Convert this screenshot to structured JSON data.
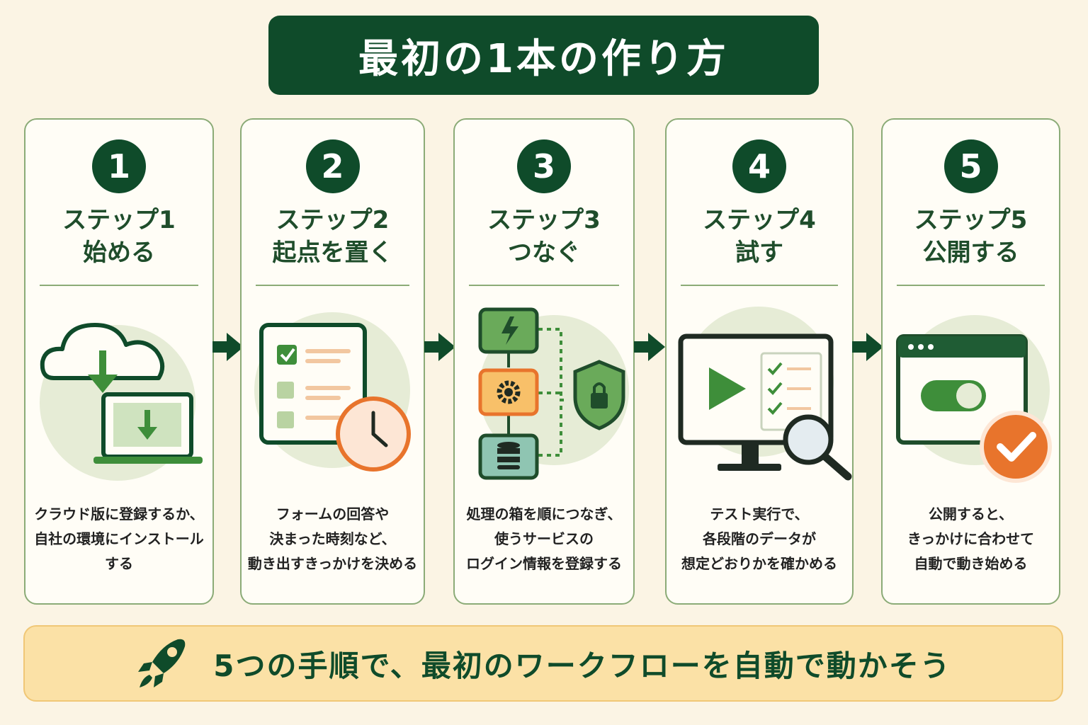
{
  "title": "最初の1本の作り方",
  "steps": [
    {
      "number": "1",
      "label": "ステップ1",
      "title": "始める",
      "icon": "cloud-download-laptop-icon",
      "desc": [
        "クラウド版に登録するか、",
        "自社の環境にインストールする"
      ]
    },
    {
      "number": "2",
      "label": "ステップ2",
      "title": "起点を置く",
      "icon": "checklist-clock-icon",
      "desc": [
        "フォームの回答や",
        "決まった時刻など、",
        "動き出すきっかけを決める"
      ]
    },
    {
      "number": "3",
      "label": "ステップ3",
      "title": "つなぐ",
      "icon": "connected-nodes-shield-icon",
      "desc": [
        "処理の箱を順につなぎ、",
        "使うサービスの",
        "ログイン情報を登録する"
      ]
    },
    {
      "number": "4",
      "label": "ステップ4",
      "title": "試す",
      "icon": "monitor-play-magnifier-icon",
      "desc": [
        "テスト実行で、",
        "各段階のデータが",
        "想定どおりかを確かめる"
      ]
    },
    {
      "number": "5",
      "label": "ステップ5",
      "title": "公開する",
      "icon": "browser-toggle-check-icon",
      "desc": [
        "公開すると、",
        "きっかけに合わせて",
        "自動で動き始める"
      ]
    }
  ],
  "footer": {
    "text": "5つの手順で、最初のワークフローを自動で動かそう",
    "icon": "rocket-icon"
  },
  "colors": {
    "dark_green": "#0f4b2a",
    "mid_green": "#3e8e3a",
    "orange": "#e8742c",
    "background": "#fbf4e4"
  }
}
